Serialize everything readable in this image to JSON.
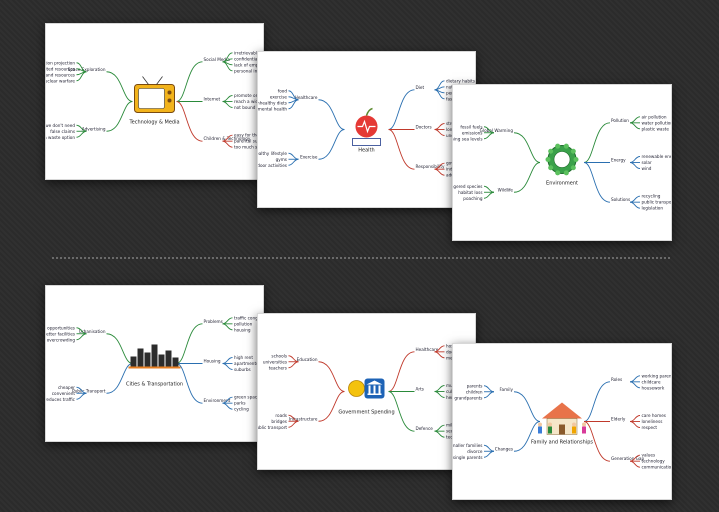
{
  "cards": [
    {
      "title": "Technology & Media",
      "icon": "tv-icon",
      "branches": [
        {
          "label": "Space Exploration",
          "color": "#2a8a3a",
          "items": [
            "world population projection",
            "put strain on earth's limited resources",
            "alternative energy and resources",
            "risk of nuclear warfare"
          ]
        },
        {
          "label": "Social Media",
          "color": "#2a8a3a",
          "items": [
            "irretrievable publicity",
            "confidentiality issues",
            "lack of empathy",
            "personal information"
          ]
        },
        {
          "label": "Advertising",
          "color": "#2a8a3a",
          "items": [
            "buy things we don't need",
            "false claims",
            "a waste option"
          ]
        },
        {
          "label": "Internet",
          "color": "#2a8a3a",
          "items": [
            "promote online",
            "reach a wider audience",
            "not bound by geographical location"
          ]
        },
        {
          "label": "Children & Technology",
          "color": "#c0392b",
          "items": [
            "easy for them to access",
            "parental supervision",
            "too much screen time"
          ]
        }
      ]
    },
    {
      "title": "Health",
      "icon": "apple-heartbeat-icon",
      "branches": [
        {
          "label": "Healthcare",
          "color": "#2a6fb0",
          "items": [
            "food",
            "exercise",
            "unhealthy diets",
            "mental health"
          ]
        },
        {
          "label": "Diet",
          "color": "#2a6fb0",
          "items": [
            "dietary habits",
            "nutrients",
            "personal choice",
            "fast food"
          ]
        },
        {
          "label": "Exercise",
          "color": "#2a6fb0",
          "items": [
            "healthy lifestyle",
            "gyms",
            "outdoor activities"
          ]
        },
        {
          "label": "Doctors",
          "color": "#c0392b",
          "items": [
            "stress",
            "long hours",
            "underpaid"
          ]
        },
        {
          "label": "Responsibility",
          "color": "#c0392b",
          "items": [
            "government",
            "individual",
            "adult"
          ]
        }
      ]
    },
    {
      "title": "Environment",
      "icon": "globe-icon",
      "branches": [
        {
          "label": "Global Warming",
          "color": "#2a8a3a",
          "items": [
            "fossil fuels",
            "emissions",
            "rising sea levels"
          ]
        },
        {
          "label": "Pollution",
          "color": "#2a8a3a",
          "items": [
            "air pollution",
            "water pollution",
            "plastic waste"
          ]
        },
        {
          "label": "Wildlife",
          "color": "#2a8a3a",
          "items": [
            "endangered species",
            "habitat loss",
            "poaching"
          ]
        },
        {
          "label": "Energy",
          "color": "#2a6fb0",
          "items": [
            "renewable energy",
            "solar",
            "wind"
          ]
        },
        {
          "label": "Solutions",
          "color": "#2a6fb0",
          "items": [
            "recycling",
            "public transport",
            "legislation"
          ]
        }
      ]
    },
    {
      "title": "Cities & Transportation",
      "icon": "city-skyline-icon",
      "branches": [
        {
          "label": "Urbanisation",
          "color": "#2a8a3a",
          "items": [
            "job opportunities",
            "better facilities",
            "overcrowding"
          ]
        },
        {
          "label": "Problems",
          "color": "#2a8a3a",
          "items": [
            "traffic congestion",
            "pollution",
            "housing"
          ]
        },
        {
          "label": "Public Transport",
          "color": "#2a6fb0",
          "items": [
            "cheaper",
            "convenient",
            "reduces traffic"
          ]
        },
        {
          "label": "Housing",
          "color": "#2a6fb0",
          "items": [
            "high rent",
            "apartments",
            "suburbs"
          ]
        },
        {
          "label": "Environment",
          "color": "#2a6fb0",
          "items": [
            "green spaces",
            "parks",
            "cycling"
          ]
        }
      ]
    },
    {
      "title": "Government Spending",
      "icon": "bank-coin-icon",
      "branches": [
        {
          "label": "Education",
          "color": "#c0392b",
          "items": [
            "schools",
            "universities",
            "teachers"
          ]
        },
        {
          "label": "Healthcare",
          "color": "#c0392b",
          "items": [
            "hospitals",
            "doctors",
            "medicine"
          ]
        },
        {
          "label": "Infrastructure",
          "color": "#c0392b",
          "items": [
            "roads",
            "bridges",
            "public transport"
          ]
        },
        {
          "label": "Arts",
          "color": "#2a8a3a",
          "items": [
            "museums",
            "culture",
            "heritage"
          ]
        },
        {
          "label": "Defence",
          "color": "#2a8a3a",
          "items": [
            "military",
            "security",
            "technology"
          ]
        }
      ]
    },
    {
      "title": "Family and Relationships",
      "icon": "family-house-icon",
      "branches": [
        {
          "label": "Family",
          "color": "#2a6fb0",
          "items": [
            "parents",
            "children",
            "grandparents"
          ]
        },
        {
          "label": "Roles",
          "color": "#2a6fb0",
          "items": [
            "working parents",
            "childcare",
            "housework"
          ]
        },
        {
          "label": "Changes",
          "color": "#2a6fb0",
          "items": [
            "smaller families",
            "divorce",
            "single parents"
          ]
        },
        {
          "label": "Elderly",
          "color": "#c0392b",
          "items": [
            "care homes",
            "loneliness",
            "respect"
          ]
        },
        {
          "label": "Generation Gap",
          "color": "#c0392b",
          "items": [
            "values",
            "technology",
            "communication"
          ]
        }
      ]
    }
  ]
}
